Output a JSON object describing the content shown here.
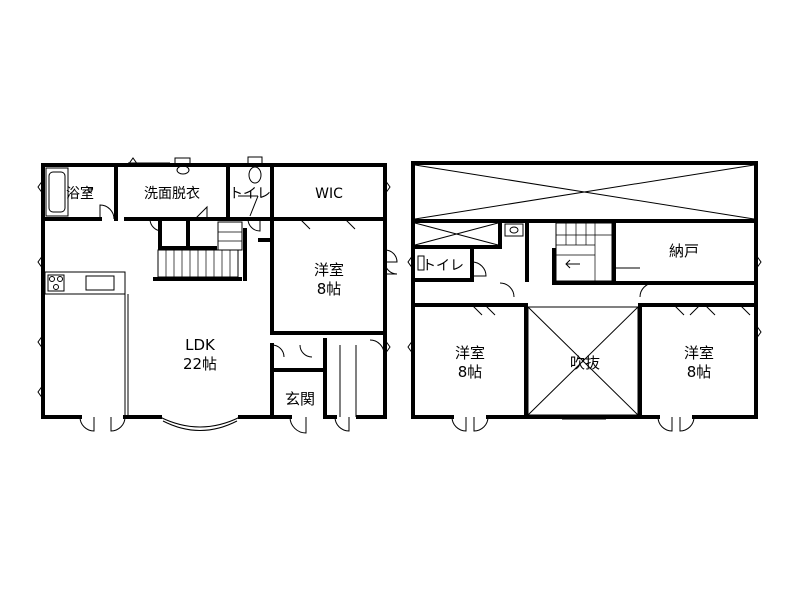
{
  "floor1": {
    "bath": "浴室",
    "washroom": "洗面脱衣",
    "toilet": "トイレ",
    "wic": "WIC",
    "western_room": "洋室",
    "western_room_size": "8帖",
    "ldk": "LDK",
    "ldk_size": "22帖",
    "entrance": "玄関"
  },
  "floor2": {
    "toilet": "トイレ",
    "storage": "納戸",
    "room_left": "洋室",
    "room_left_size": "8帖",
    "void": "吹抜",
    "room_right": "洋室",
    "room_right_size": "8帖"
  }
}
